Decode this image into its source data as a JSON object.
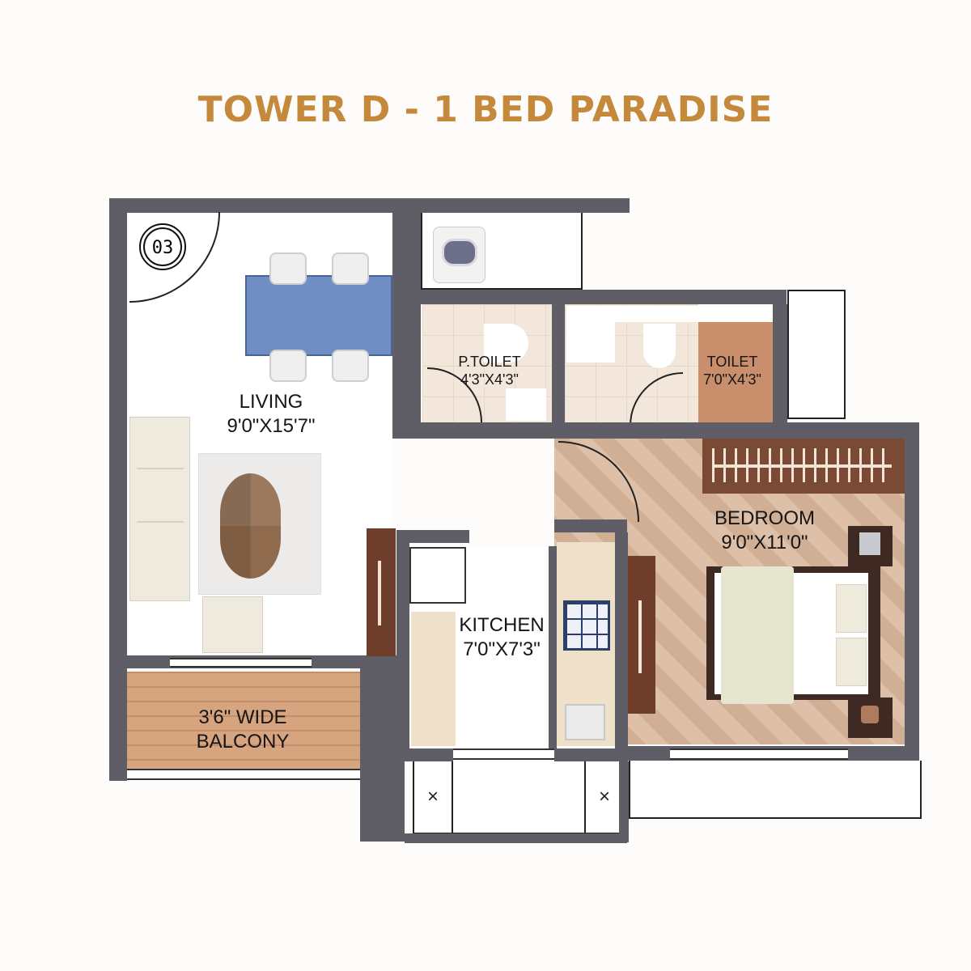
{
  "title": "TOWER D - 1 BED PARADISE",
  "unit_badge": "03",
  "rooms": {
    "living": {
      "name": "LIVING",
      "size": "9'0\"X15'7\""
    },
    "p_toilet": {
      "name": "P.TOILET",
      "size": "4'3\"X4'3\""
    },
    "toilet": {
      "name": "TOILET",
      "size": "7'0\"X4'3\""
    },
    "bedroom": {
      "name": "BEDROOM",
      "size": "9'0\"X11'0\""
    },
    "kitchen": {
      "name": "KITCHEN",
      "size": "7'0\"X7'3\""
    },
    "balcony": {
      "name_line1": "3'6\" WIDE",
      "name_line2": "BALCONY"
    }
  },
  "colors": {
    "title": "#c5893c",
    "wall": "#5f5e66",
    "dining_table": "#6f8fc4",
    "bedroom_floor": "#d9b69b",
    "balcony_floor": "#d6a47f"
  }
}
